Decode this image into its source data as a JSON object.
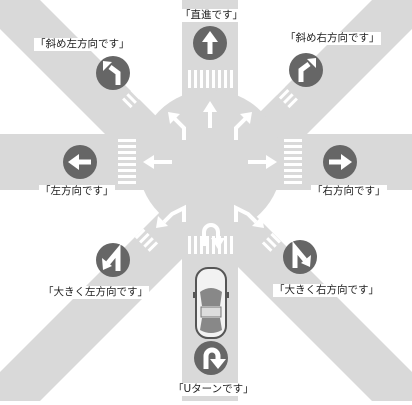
{
  "labels": {
    "straight": "「直進です」",
    "slight_left": "「斜め左方向です」",
    "slight_right": "「斜め右方向です」",
    "left": "「左方向です」",
    "right": "「右方向です」",
    "sharp_left": "「大きく左方向です」",
    "sharp_right": "「大きく右方向です」",
    "u_turn": "「Uターンです」"
  },
  "icons": {
    "straight": "arrow-up-icon",
    "slight_left": "arrow-slight-left-icon",
    "slight_right": "arrow-slight-right-icon",
    "left": "arrow-left-icon",
    "right": "arrow-right-icon",
    "sharp_left": "arrow-sharp-left-icon",
    "sharp_right": "arrow-sharp-right-icon",
    "u_turn": "arrow-u-turn-icon"
  },
  "colors": {
    "road": "#d9d9d9",
    "background": "#ffffff",
    "icon_circle": "#666666",
    "icon_arrow": "#ffffff",
    "pavement_arrow": "#ffffff",
    "car": "#f2f2f2"
  }
}
